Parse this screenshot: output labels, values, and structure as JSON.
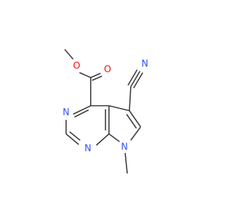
{
  "molecule": {
    "atoms": {
      "o_methoxy": {
        "label": "O",
        "color": "#ff0d0d"
      },
      "o_carbonyl": {
        "label": "O",
        "color": "#ff0d0d"
      },
      "n_nitrile": {
        "label": "N",
        "color": "#3050f8"
      },
      "n_pyrimidine_3": {
        "label": "N",
        "color": "#3050f8"
      },
      "n_pyrimidine_1": {
        "label": "N",
        "color": "#3050f8"
      },
      "n_pyrrole_7": {
        "label": "N",
        "color": "#3050f8"
      }
    },
    "colors": {
      "bond": "#3a3a3a",
      "oxygen": "#ff0d0d",
      "nitrogen": "#3050f8",
      "background": "#ffffff"
    }
  }
}
